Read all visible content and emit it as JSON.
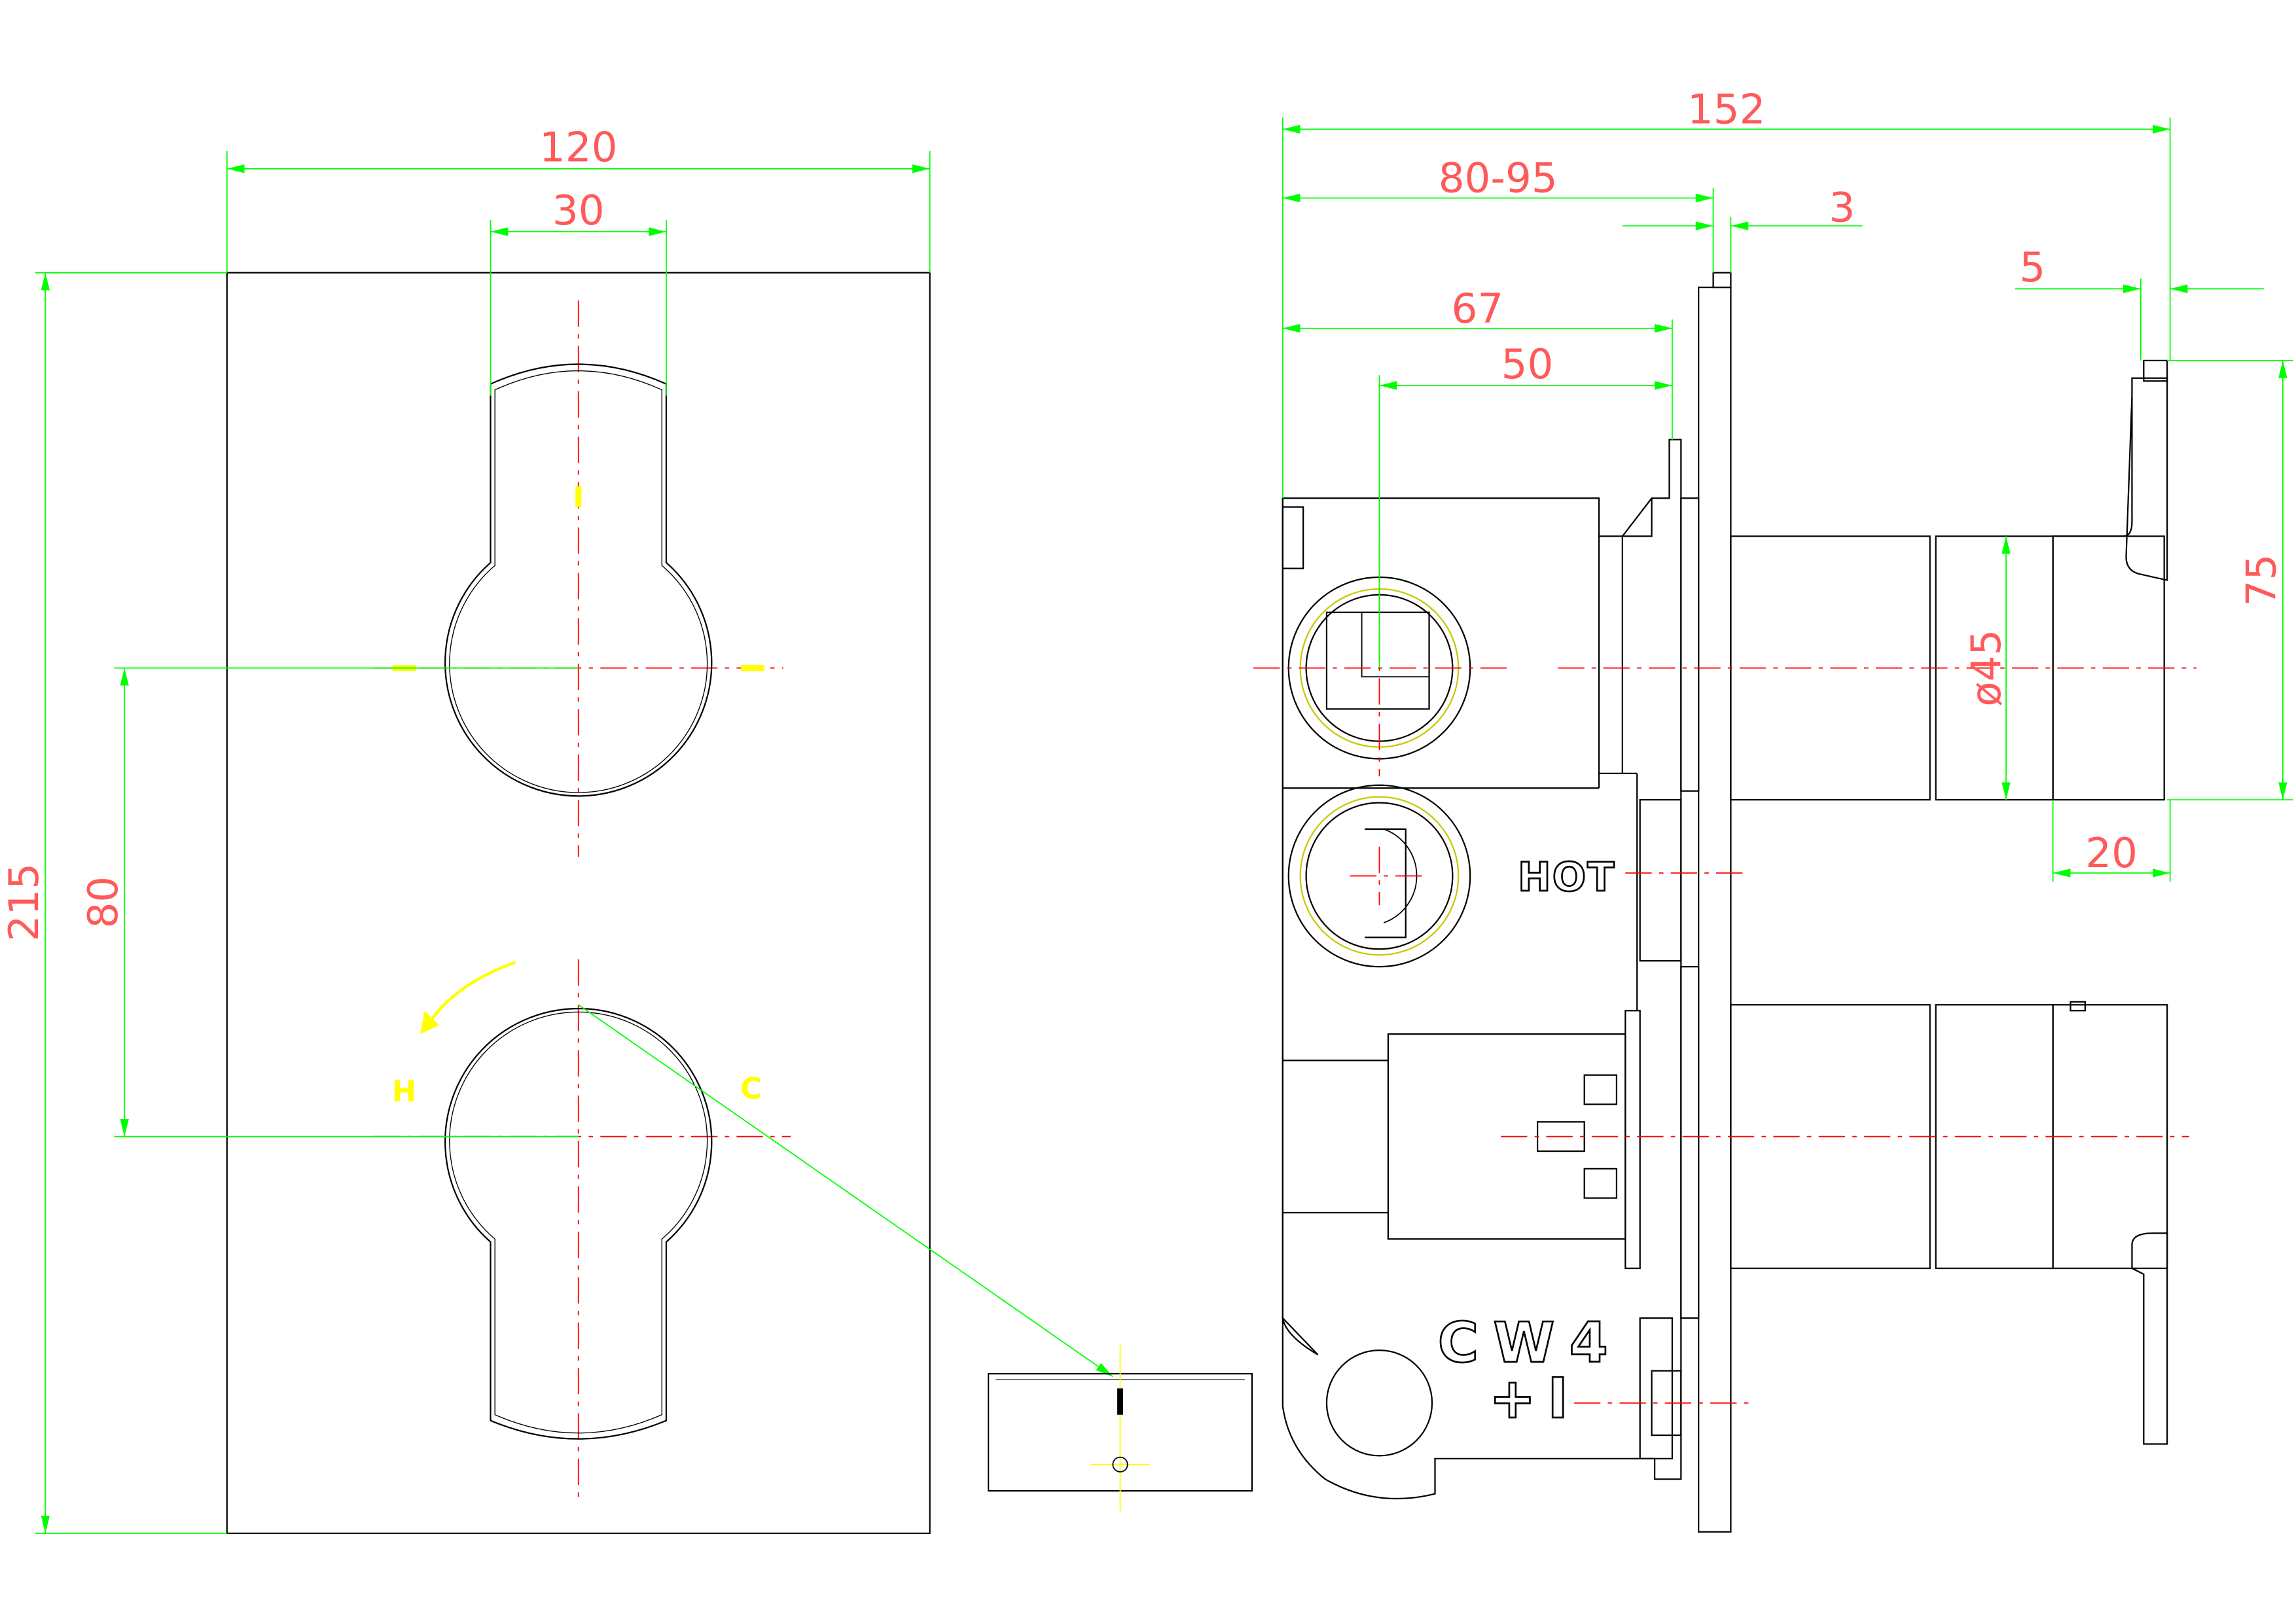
{
  "dimensions": {
    "front_width": "120",
    "handle_width": "30",
    "plate_height": "215",
    "handle_spacing": "80",
    "overall_depth": "152",
    "wall_depth": "80-95",
    "plate_thickness": "3",
    "lever_thickness": "5",
    "body_depth_67": "67",
    "body_depth_50": "50",
    "handle_diameter": "ø45",
    "lever_height": "75",
    "lever_depth": "20"
  },
  "labels": {
    "hot_mark": "H",
    "cold_mark": "C",
    "body_hot": "HOT",
    "body_cw4": "CW4",
    "body_plus": "+I"
  },
  "colors": {
    "outline": "#000000",
    "dimension_line": "#00ff00",
    "dimension_text": "#ff5a5a",
    "centre_line": "#ff0000",
    "marker": "#ffff00",
    "background": "#ffffff"
  }
}
